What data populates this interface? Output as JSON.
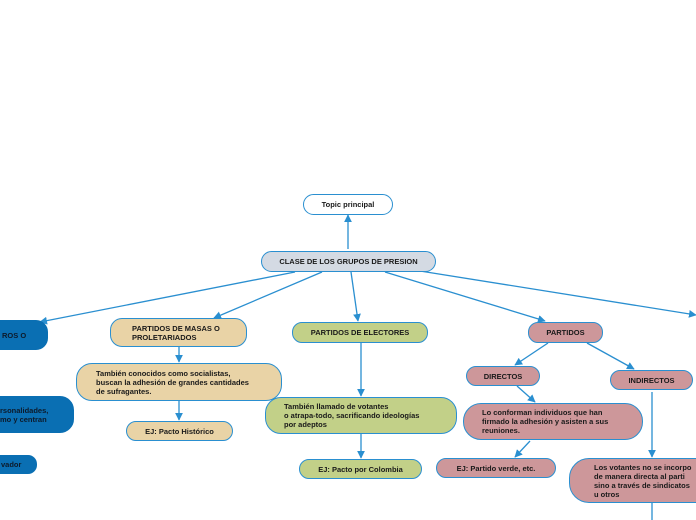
{
  "nodes": {
    "topic": "Topic principal",
    "root": "CLASE DE LOS GRUPOS DE PRESION",
    "left_partial_1": "ROS O",
    "left_partial_2": "rsonalidades,\nmo y centran",
    "left_partial_3": "vador",
    "masas": "PARTIDOS DE MASAS O\nPROLETARIADOS",
    "masas_desc": "También conocidos como socialistas,\nbuscan la adhesión de grandes cantidades\nde sufragantes.",
    "masas_ej": "EJ: Pacto Histórico",
    "electores": "PARTIDOS DE ELECTORES",
    "electores_desc": "También llamado de votantes\no atrapa-todo, sacrificando ideologías\npor adeptos",
    "electores_ej": "EJ: Pacto por Colombia",
    "partidos": "PARTIDOS",
    "directos": "DIRECTOS",
    "directos_desc": "Lo conforman individuos que han\nfirmado la adhesión y asisten a sus\nreuniones.",
    "directos_ej": "EJ: Partido verde, etc.",
    "indirectos": "INDIRECTOS",
    "indirectos_desc": "Los votantes no se incorpo\nde manera directa al parti\nsino a través de sindicatos\nu otros"
  },
  "colors": {
    "line": "#2a8fd0",
    "root_fill": "#d4dae3",
    "tan_fill": "#e9d3a6",
    "green_fill": "#c2d088",
    "rose_fill": "#cd979a",
    "blue_fill": "#0a6fb3"
  }
}
